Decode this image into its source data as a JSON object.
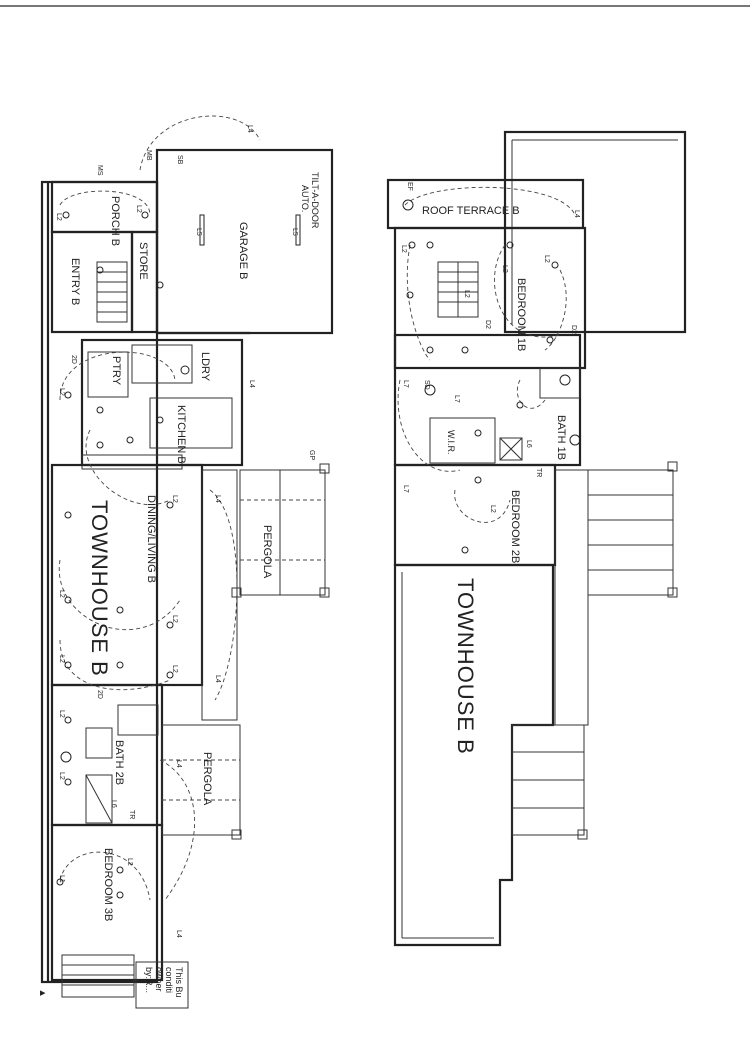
{
  "ground_floor": {
    "title": "TOWNHOUSE B",
    "rooms": {
      "porch": "PORCH B",
      "entry": "ENTRY B",
      "store": "STORE",
      "garage": "GARAGE B",
      "garage_door_note_1": "TILT-A-DOOR",
      "garage_door_note_2": "AUTO.",
      "pantry": "PTRY",
      "laundry": "LDRY",
      "kitchen": "KITCHEN B",
      "dining_living": "DINING/LIVING B",
      "pergola_top": "PERGOLA",
      "pergola_bottom": "PERGOLA",
      "bath": "BATH 2B",
      "bedroom": "BEDROOM 3B"
    },
    "note_fragment": [
      "This Bu",
      "conditi",
      "owner",
      "by:R..."
    ]
  },
  "upper_floor": {
    "title": "TOWNHOUSE B",
    "rooms": {
      "roof_terrace": "ROOF TERRACE B",
      "bedroom_1": "BEDROOM 1B",
      "bath_1": "BATH 1B",
      "wir": "W.I.R.",
      "bedroom_2": "BEDROOM 2B"
    }
  },
  "fixture_labels": {
    "L1": "L1",
    "L2": "L2",
    "L4": "L4",
    "L5": "L5",
    "L6": "L6",
    "L7": "L7",
    "2D": "2D",
    "SB": "SB",
    "MB": "MB",
    "MS": "MS",
    "SD": "SD",
    "GP": "GP",
    "TR": "TR",
    "D2": "D2",
    "EF": "EF"
  }
}
